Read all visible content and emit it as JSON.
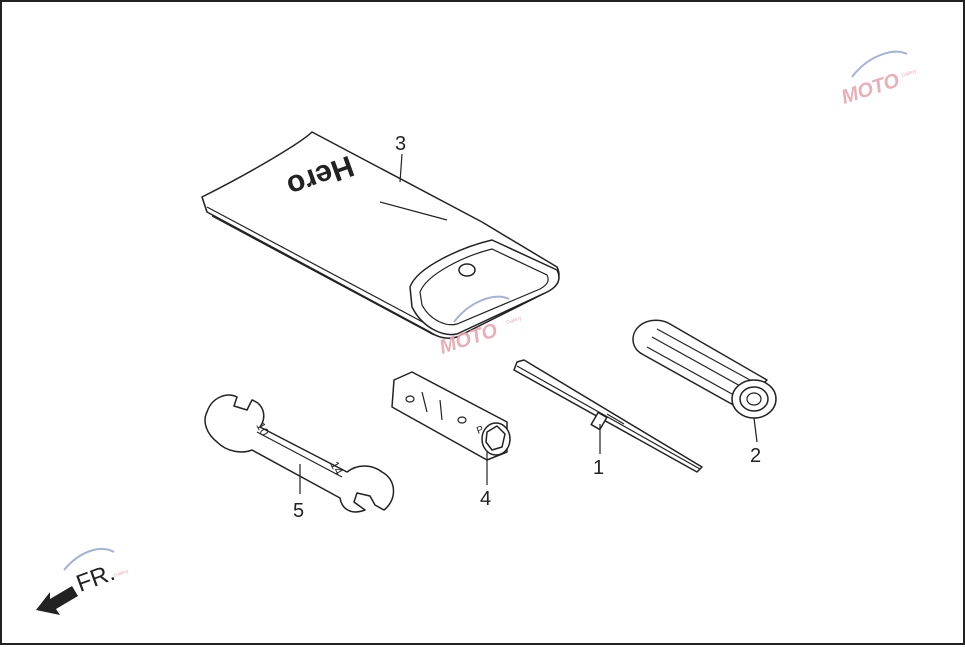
{
  "diagram": {
    "callouts": [
      {
        "id": "1",
        "label": "1"
      },
      {
        "id": "2",
        "label": "2"
      },
      {
        "id": "3",
        "label": "3"
      },
      {
        "id": "4",
        "label": "4"
      },
      {
        "id": "5",
        "label": "5"
      }
    ],
    "pouch_brand": "Hero",
    "wrench_marks": {
      "small": "10",
      "large": "14"
    },
    "socket_mark": "P",
    "direction_label": "FR.",
    "watermark": {
      "text": "MOTO",
      "sub": "Gallery"
    }
  },
  "colors": {
    "line": "#222222",
    "background": "#ffffff",
    "watermark_pink": "#e8a6b0",
    "watermark_blue": "#9aa9d8"
  }
}
